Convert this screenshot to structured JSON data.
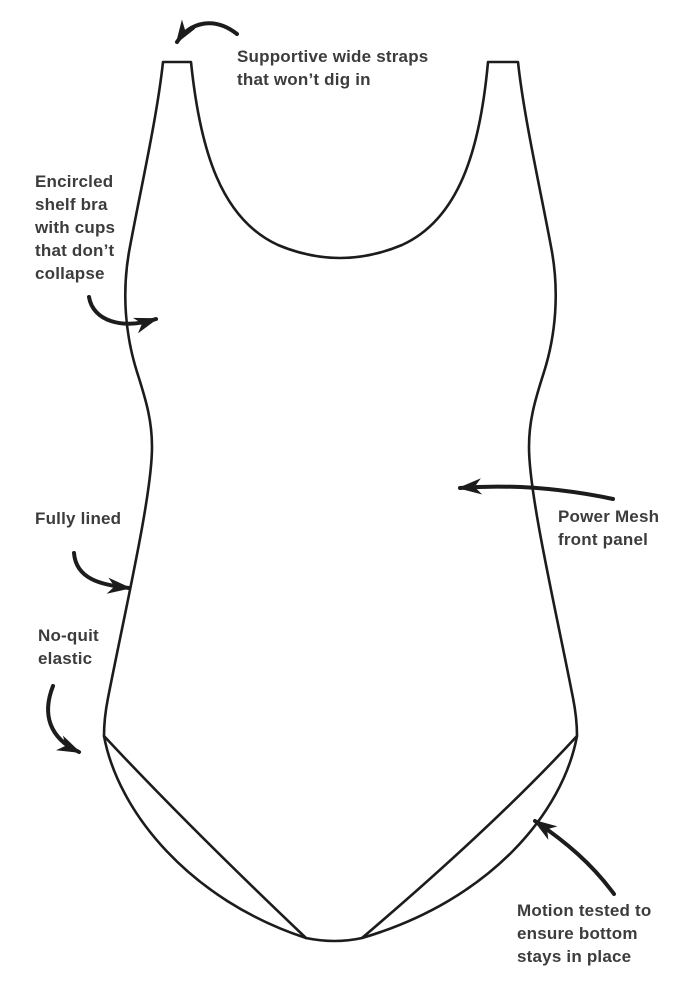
{
  "diagram": {
    "title": "Swimsuit feature callout diagram",
    "ink_color": "#1c1c1c",
    "text_color": "#3c3c3c",
    "background_color": "#ffffff",
    "labels": {
      "straps": "Supportive wide straps\nthat won’t dig in",
      "shelf_bra": "Encircled\nshelf bra\nwith cups\nthat don’t\ncollapse",
      "fully_lined": "Fully lined",
      "elastic": "No-quit\nelastic",
      "power_mesh": "Power Mesh\nfront panel",
      "motion": "Motion tested to\nensure bottom\nstays in place"
    },
    "icons": [
      "curved-arrow-icon-straps",
      "curved-arrow-icon-shelf-bra",
      "curved-arrow-icon-fully-lined",
      "curved-arrow-icon-elastic",
      "arrow-icon-power-mesh",
      "curved-arrow-icon-motion"
    ]
  }
}
